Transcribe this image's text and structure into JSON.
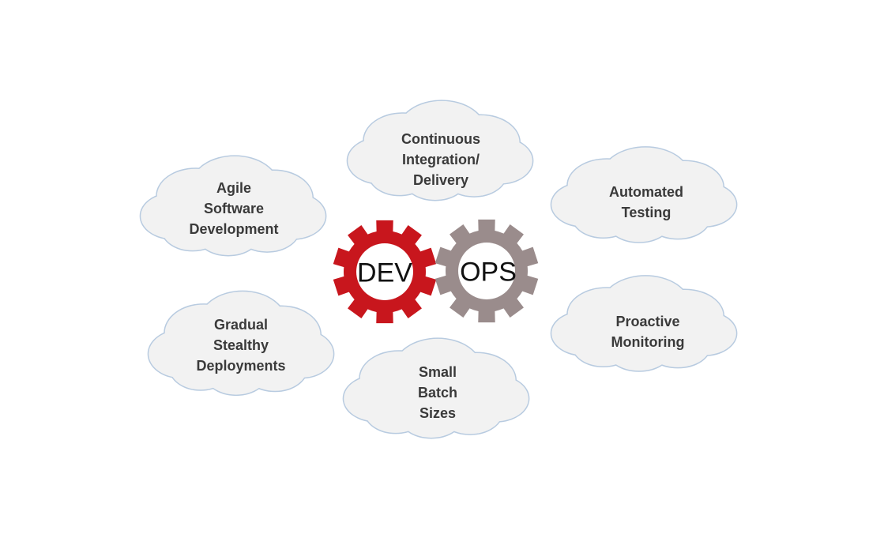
{
  "colors": {
    "cloud_fill": "#f2f2f2",
    "cloud_stroke": "#b8cbe0",
    "dev_gear": "#c8161d",
    "ops_gear": "#9a8c8c",
    "gear_center": "#ffffff"
  },
  "gears": {
    "dev_label": "DEV",
    "ops_label": "OPS"
  },
  "clouds": {
    "ci": [
      "Continuous",
      "Integration/",
      "Delivery"
    ],
    "agile": [
      "Agile",
      "Software",
      "Development"
    ],
    "testing": [
      "Automated",
      "Testing"
    ],
    "gradual": [
      "Gradual",
      "Stealthy",
      "Deployments"
    ],
    "monitoring": [
      "Proactive",
      "Monitoring"
    ],
    "batch": [
      "Small",
      "Batch",
      "Sizes"
    ]
  }
}
